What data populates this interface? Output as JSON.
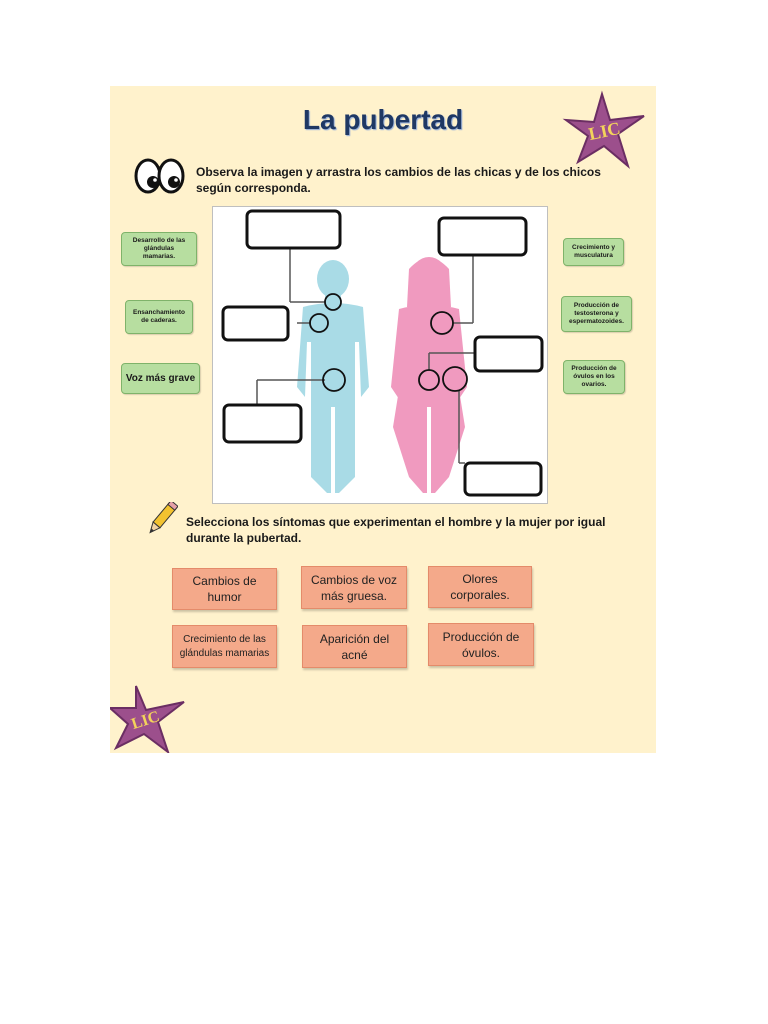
{
  "title": "La pubertad",
  "instruction_1": "Observa la imagen y arrastra los cambios de las chicas y de los chicos\nsegún corresponda.",
  "instruction_2": "Selecciona los síntomas que experimentan el hombre y la mujer por igual\ndurante la pubertad.",
  "star_label": "LIC",
  "left_options": [
    "Desarrollo de las\nglándulas\nmamarias.",
    "Ensanchamiento\nde caderas.",
    "Voz más grave"
  ],
  "right_options": [
    "Crecimiento y\nmusculatura",
    "Producción de\ntestosterona y\nespermatozoides.",
    "Producción de\nóvulos en los\novarios."
  ],
  "symptom_options": [
    "Cambios de\nhumor",
    "Cambios de voz\nmás gruesa.",
    "Olores\ncorporales.",
    "Crecimiento de las\nglándulas mamarias",
    "Aparición del\nacné",
    "Producción de\nóvulos."
  ],
  "colors": {
    "page_bg": "#fff2cc",
    "title": "#1f3864",
    "green_card": "#b7dea0",
    "salmon_card": "#f4a98a",
    "male_body": "#a9dbe6",
    "female_body": "#f09abf",
    "star": "#9c4f8c"
  },
  "icons": [
    "eyes-icon",
    "pencil-icon",
    "star-icon"
  ]
}
